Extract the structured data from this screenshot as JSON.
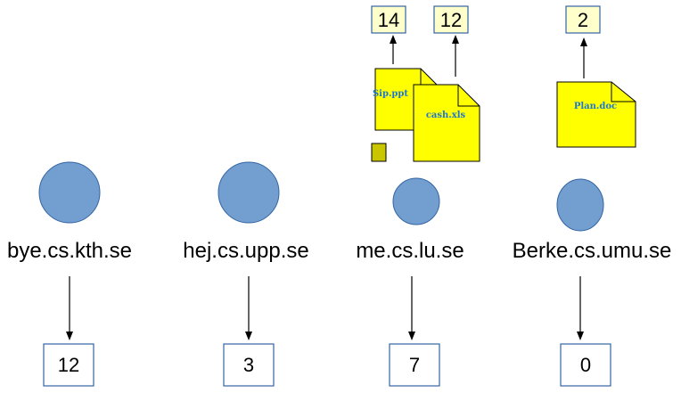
{
  "colors": {
    "node_fill": "#729fcf",
    "node_stroke": "#3465a4",
    "file_fill": "#ffff00",
    "file_stroke": "#000000",
    "tag_fill": "#ffffcc",
    "box_stroke": "#3465a4",
    "small_block_fill": "#c9c600"
  },
  "hosts": [
    {
      "name": "bye.cs.kth.se",
      "count": "12"
    },
    {
      "name": "hej.cs.upp.se",
      "count": "3"
    },
    {
      "name": "me.cs.lu.se",
      "count": "7"
    },
    {
      "name": "Berke.cs.umu.se",
      "count": "0"
    }
  ],
  "files": [
    {
      "name": "Sip.ppt",
      "tag": "14",
      "host": "me.cs.lu.se"
    },
    {
      "name": "cash.xls",
      "tag": "12",
      "host": "me.cs.lu.se"
    },
    {
      "name": "Plan.doc",
      "tag": "2",
      "host": "Berke.cs.umu.se"
    }
  ]
}
